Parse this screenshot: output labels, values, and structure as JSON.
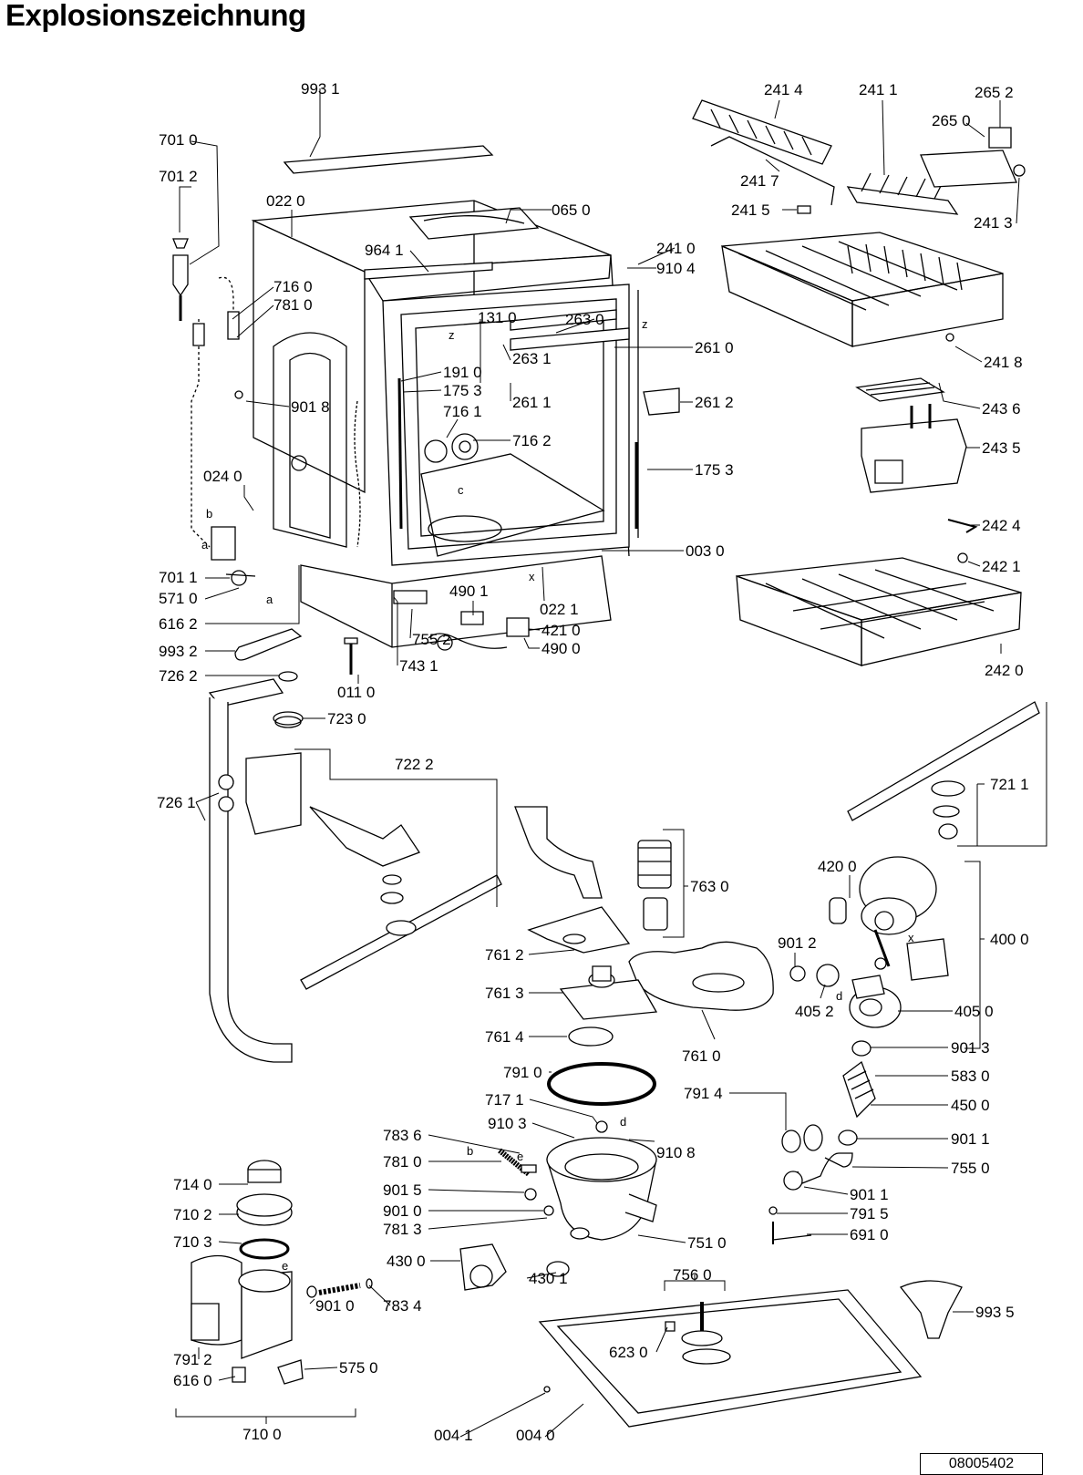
{
  "title": "Explosionszeichnung",
  "document_number": "08005402",
  "part_labels": [
    "993 1",
    "701 0",
    "701 2",
    "022 0",
    "065 0",
    "241 4",
    "241 1",
    "265 2",
    "265 0",
    "241 7",
    "241 3",
    "241 5",
    "964 1",
    "241 0",
    "910 4",
    "716 0",
    "781 0",
    "131 0",
    "263 0",
    "261 0",
    "241 8",
    "191 0",
    "263 1",
    "175 3",
    "261 1",
    "261 2",
    "901 8",
    "716 1",
    "716 2",
    "243 6",
    "243 5",
    "175 3",
    "024 0",
    "242 4",
    "003 0",
    "242 1",
    "701 1",
    "490 1",
    "571 0",
    "022 1",
    "421 0",
    "616 2",
    "490 0",
    "755 2",
    "242 0",
    "993 2",
    "743 1",
    "726 2",
    "011 0",
    "723 0",
    "722 2",
    "721 1",
    "726 1",
    "763 0",
    "420 0",
    "400 0",
    "901 2",
    "761 2",
    "761 3",
    "405 2",
    "405 0",
    "761 4",
    "761 0",
    "901 3",
    "791 0",
    "583 0",
    "717 1",
    "791 4",
    "450 0",
    "910 3",
    "783 6",
    "910 8",
    "901 1",
    "781 0",
    "755 0",
    "714 0",
    "901 5",
    "901 1",
    "901 0",
    "791 5",
    "710 2",
    "781 3",
    "751 0",
    "691 0",
    "710 3",
    "430 0",
    "430 1",
    "756 0",
    "783 4",
    "901 0",
    "993 5",
    "623 0",
    "791 2",
    "575 0",
    "616 0",
    "710 0",
    "004 1",
    "004 0"
  ],
  "labels_used_twice_note": ""
}
